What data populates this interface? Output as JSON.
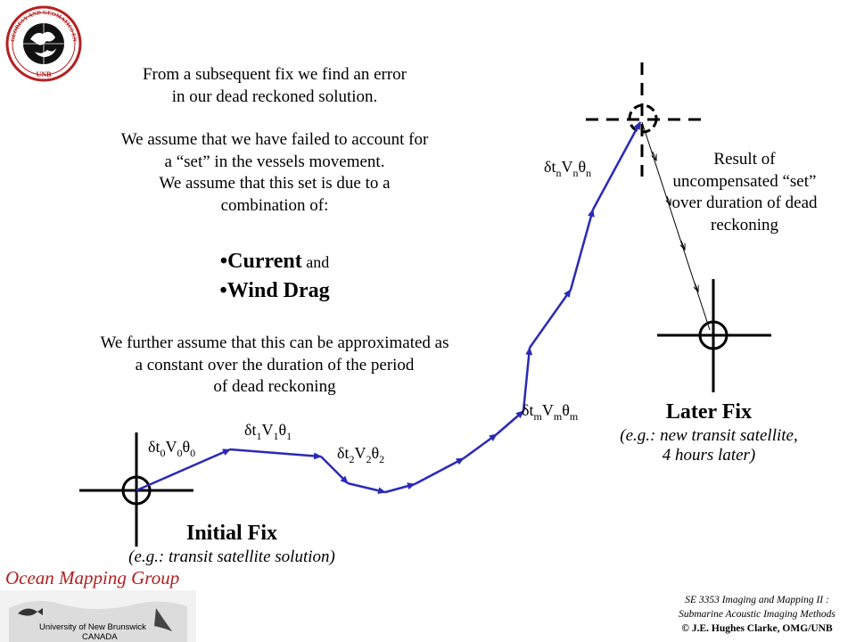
{
  "logo": {
    "ring_text": "GEODESY AND GEOMATICS ENGINEERING",
    "bottom_text": "UNB"
  },
  "intro": {
    "line1": "From a subsequent fix we find an error",
    "line2": "in our dead reckoned solution.",
    "line3": "We assume that we have failed to account for",
    "line4": "a “set” in the vessels movement.",
    "line5": "We assume that this set is due to a",
    "line6": "combination of:"
  },
  "bullets": {
    "item1": "•Current",
    "item1_suffix": " and",
    "item2": "•Wind Drag"
  },
  "assumption": {
    "line1": "We further assume that this can be approximated as",
    "line2": "a constant over the duration of the period",
    "line3": "of dead reckoning"
  },
  "set_note": {
    "line1": "Result of",
    "line2": "uncompensated “set”",
    "line3": "over duration of dead",
    "line4": "reckoning"
  },
  "initial_fix": {
    "title": "Initial Fix",
    "subtitle": "(e.g.: transit satellite solution)"
  },
  "later_fix": {
    "title": "Later Fix",
    "subtitle1": "(e.g.: new transit satellite,",
    "subtitle2": "4 hours later)"
  },
  "legs": [
    {
      "d": "δ",
      "t": "t",
      "ts": "0",
      "v": "V",
      "vs": "0",
      "th": "θ",
      "ths": "0"
    },
    {
      "d": "δ",
      "t": "t",
      "ts": "1",
      "v": "V",
      "vs": "1",
      "th": "θ",
      "ths": "1"
    },
    {
      "d": "δ",
      "t": "t",
      "ts": "2",
      "v": "V",
      "vs": "2",
      "th": "θ",
      "ths": "2"
    },
    {
      "d": "δ",
      "t": "t",
      "ts": "m",
      "v": "V",
      "vs": "m",
      "th": "θ",
      "ths": "m"
    },
    {
      "d": "δ",
      "t": "t",
      "ts": "n",
      "v": "V",
      "vs": "n",
      "th": "θ",
      "ths": "n"
    }
  ],
  "omg": {
    "name": "Ocean Mapping Group",
    "university": "University of New Brunswick",
    "country": "CANADA"
  },
  "footer": {
    "line1": "SE 3353 Imaging and Mapping II :",
    "line2": "Submarine Acoustic Imaging Methods",
    "line3": "© J.E. Hughes Clarke, OMG/UNB"
  },
  "colors": {
    "track": "#2a2ab8",
    "omg_red": "#b02020"
  }
}
